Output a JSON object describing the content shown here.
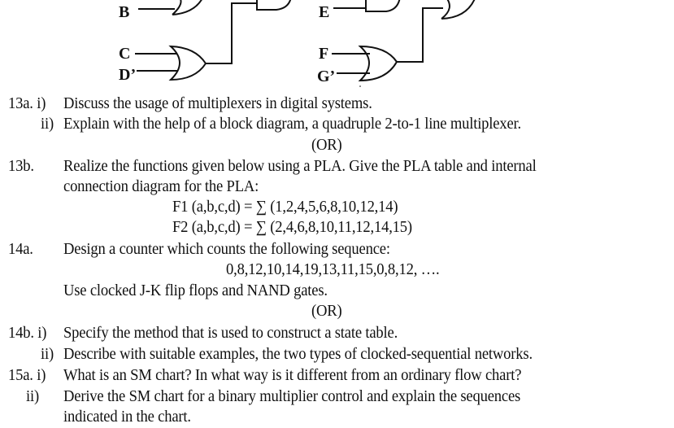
{
  "diagram": {
    "inputs": [
      "B",
      "C",
      "D’",
      "E",
      "F",
      "G’"
    ]
  },
  "questions": [
    {
      "num": "13a. i)",
      "text": "Discuss the usage of multiplexers in digital systems."
    },
    {
      "num": "ii)",
      "text": "Explain with the help of a block diagram, a quadruple 2-to-1 line multiplexer."
    },
    {
      "or": "(OR)"
    },
    {
      "num": "13b.",
      "text": "Realize the functions given below using a PLA. Give the PLA table and internal"
    },
    {
      "text": "connection diagram for the PLA:"
    },
    {
      "text": "F1 (a,b,c,d) = ∑ (1,2,4,5,6,8,10,12,14)"
    },
    {
      "text": "F2 (a,b,c,d) = ∑ (2,4,6,8,10,11,12,14,15)"
    },
    {
      "num": "14a.",
      "text": "Design a counter which counts the following sequence:"
    },
    {
      "text": "0,8,12,10,14,19,13,11,15,0,8,12, …."
    },
    {
      "text": "Use clocked J-K flip flops and NAND gates."
    },
    {
      "or": "(OR)"
    },
    {
      "num": "14b. i)",
      "text": "Specify the method that is used to construct a state table."
    },
    {
      "num": "ii)",
      "text": "Describe with suitable examples, the two types of clocked-sequential networks."
    },
    {
      "num": "15a. i)",
      "text": "What is an SM chart? In what way is it different from an ordinary flow chart?"
    },
    {
      "num": "ii)",
      "text": "Derive the SM chart for a binary multiplier control and explain the sequences"
    },
    {
      "text": "indicated in the chart."
    }
  ]
}
